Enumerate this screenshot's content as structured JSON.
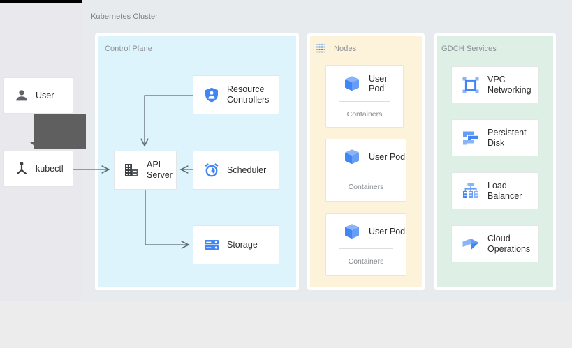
{
  "diagram": {
    "title": "Kubernetes Cluster",
    "background_color": "#e8ebed",
    "left_plate_color": "#e9e8ec"
  },
  "actors": [
    {
      "id": "user",
      "label": "User",
      "icon": "person-icon"
    },
    {
      "id": "kubectl",
      "label": "kubectl",
      "icon": "kubectl-icon"
    }
  ],
  "tooltip": {
    "name": "empty-tooltip",
    "color": "#5f5f5f",
    "text": ""
  },
  "panels": [
    {
      "id": "control-plane",
      "title": "Control Plane",
      "color": "#def4fd",
      "icon": "",
      "cards": [
        {
          "id": "resource-controllers",
          "label": "Resource\nControllers",
          "icon": "shield-person-icon"
        },
        {
          "id": "api-server",
          "label": "API\nServer",
          "icon": "api-server-icon"
        },
        {
          "id": "scheduler",
          "label": "Scheduler",
          "icon": "alarm-clock-icon"
        },
        {
          "id": "storage",
          "label": "Storage",
          "icon": "storage-icon"
        }
      ]
    },
    {
      "id": "nodes",
      "title": "Nodes",
      "color": "#fdf3da",
      "icon": "nodes-grid-icon",
      "pods": [
        {
          "id": "pod-1",
          "label": "User Pod",
          "sublabel": "Containers",
          "icon": "pod-cube-icon"
        },
        {
          "id": "pod-2",
          "label": "User Pod",
          "sublabel": "Containers",
          "icon": "pod-cube-icon"
        },
        {
          "id": "pod-3",
          "label": "User Pod",
          "sublabel": "Containers",
          "icon": "pod-cube-icon"
        }
      ]
    },
    {
      "id": "gdch-services",
      "title": "GDCH Services",
      "color": "#deefe5",
      "icon": "",
      "services": [
        {
          "id": "vpc-networking",
          "label": "VPC\nNetworking",
          "icon": "vpc-networking-icon"
        },
        {
          "id": "persistent-disk",
          "label": "Persistent\nDisk",
          "icon": "persistent-disk-icon"
        },
        {
          "id": "load-balancer",
          "label": "Load\nBalancer",
          "icon": "load-balancer-icon"
        },
        {
          "id": "cloud-operations",
          "label": "Cloud\nOperations",
          "icon": "cloud-operations-icon"
        }
      ]
    }
  ],
  "connectors": [
    {
      "id": "kubectl-to-api-server",
      "from": "kubectl",
      "to": "api-server"
    },
    {
      "id": "resource-controllers-to-api",
      "from": "resource-controllers",
      "to": "api-server"
    },
    {
      "id": "scheduler-to-api-server",
      "from": "scheduler",
      "to": "api-server"
    },
    {
      "id": "api-server-to-storage",
      "from": "api-server",
      "to": "storage"
    }
  ],
  "colors": {
    "accent_blue": "#4285f4",
    "icon_dark": "#3c4043",
    "connector": "#5f6b73",
    "card_border": "#e3e5e7"
  }
}
